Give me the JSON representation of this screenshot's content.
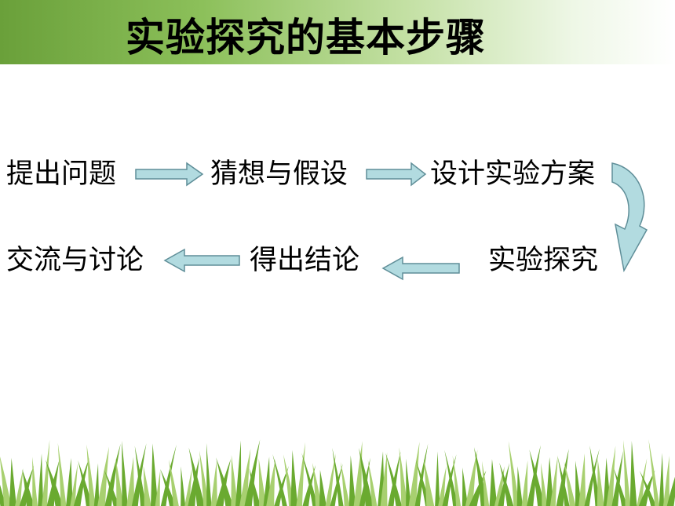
{
  "title": "实验探究的基本步骤",
  "steps": [
    "提出问题",
    "猜想与假设",
    "设计实验方案",
    "实验探究",
    "得出结论",
    "交流与讨论"
  ],
  "colors": {
    "arrow_fill": "#b2dbe0",
    "arrow_stroke": "#5f8e98",
    "band_dark": "#6aa03a",
    "grass_light": "#a8d070",
    "grass_dark": "#6aaa30"
  }
}
